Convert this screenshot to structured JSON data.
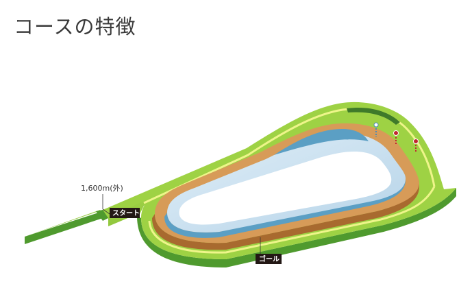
{
  "title": "コースの特徴",
  "course": {
    "distance_label": "1,600m(外)",
    "start_label": "スタート",
    "goal_label": "ゴール"
  },
  "colors": {
    "turf_outer": "#9ed244",
    "turf_side": "#4f9a2e",
    "lane_line": "#eef58a",
    "dirt": "#d79b58",
    "dirt_side": "#a86a2f",
    "inner_track": "#c6deef",
    "inner_side": "#5b9fc4",
    "tag_bg": "#231815"
  }
}
